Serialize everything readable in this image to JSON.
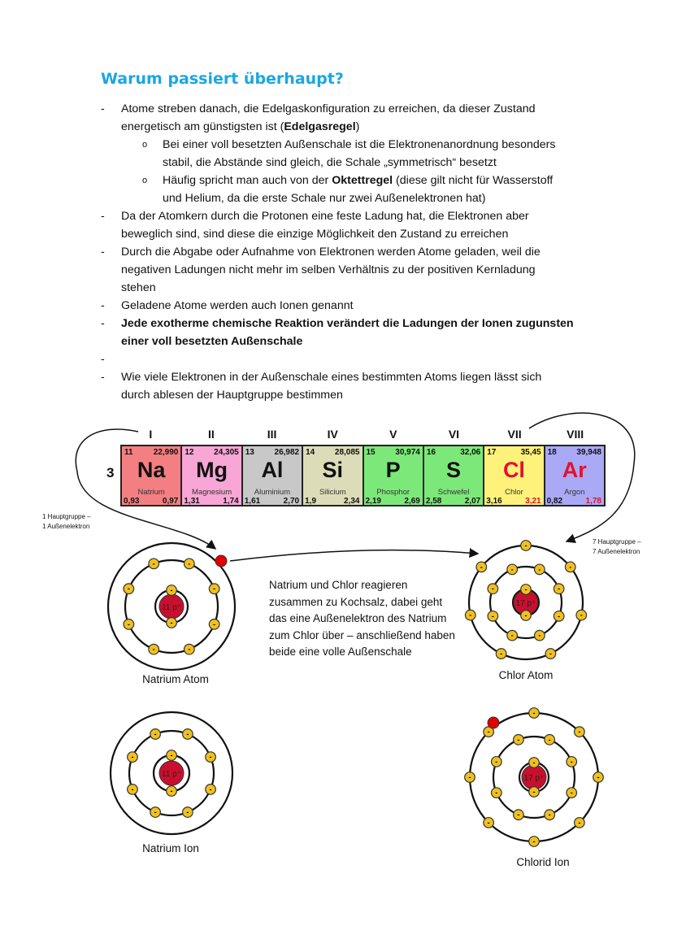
{
  "title": "Warum passiert überhaupt?",
  "bullets": {
    "b1_line1": "Atome streben danach, die Edelgaskonfiguration zu erreichen, da dieser Zustand",
    "b1_line2_pre": "energetisch am günstigsten ist (",
    "b1_line2_bold": "Edelgasregel",
    "b1_line2_post": ")",
    "s1_line1": "Bei einer voll besetzten Außenschale ist die Elektronenanordnung besonders",
    "s1_line2": "stabil, die Abstände sind gleich, die Schale „symmetrisch“ besetzt",
    "s2_line1_pre": "Häufig spricht man auch von der ",
    "s2_line1_bold": "Oktettregel",
    "s2_line1_post": " (diese gilt nicht für Wasserstoff",
    "s2_line2": "und Helium, da die erste Schale nur zwei Außenelektronen hat)",
    "b2_line1": "Da der Atomkern durch die Protonen eine feste Ladung hat, die Elektronen aber",
    "b2_line2": "beweglich sind, sind diese die einzige Möglichkeit den Zustand zu erreichen",
    "b3_line1": "Durch die Abgabe oder Aufnahme von Elektronen werden Atome geladen, weil die",
    "b3_line2": "negativen Ladungen nicht mehr im selben Verhältnis zu der positiven Kernladung",
    "b3_line3": "stehen",
    "b4": "Geladene Atome werden auch Ionen genannt",
    "b5_line1": "Jede exotherme chemische Reaktion verändert die Ladungen der Ionen zugunsten",
    "b5_line2": "einer voll besetzten Außenschale",
    "b7_line1": "Wie viele Elektronen in der Außenschale eines bestimmten Atoms liegen lässt sich",
    "b7_line2": "durch ablesen der Hauptgruppe bestimmen",
    "dash": "-",
    "circle": "o"
  },
  "periodic_table": {
    "period": "3",
    "groups": [
      "I",
      "II",
      "III",
      "IV",
      "V",
      "VI",
      "VII",
      "VIII"
    ],
    "elements": [
      {
        "num": "11",
        "mass": "22,990",
        "sym": "Na",
        "name": "Natrium",
        "en": "0,93",
        "en2": "0,97",
        "color": "#f47f82"
      },
      {
        "num": "12",
        "mass": "24,305",
        "sym": "Mg",
        "name": "Magnesium",
        "en": "1,31",
        "en2": "1,74",
        "color": "#f7a6d5"
      },
      {
        "num": "13",
        "mass": "26,982",
        "sym": "Al",
        "name": "Aluminium",
        "en": "1,61",
        "en2": "2,70",
        "color": "#c8c8c8"
      },
      {
        "num": "14",
        "mass": "28,085",
        "sym": "Si",
        "name": "Silicium",
        "en": "1,9",
        "en2": "2,34",
        "color": "#dcdcb8"
      },
      {
        "num": "15",
        "mass": "30,974",
        "sym": "P",
        "name": "Phosphor",
        "en": "2,19",
        "en2": "2,69",
        "color": "#7de87a"
      },
      {
        "num": "16",
        "mass": "32,06",
        "sym": "S",
        "name": "Schwefel",
        "en": "2,58",
        "en2": "2,07",
        "color": "#7de87a"
      },
      {
        "num": "17",
        "mass": "35,45",
        "sym": "Cl",
        "name": "Chlor",
        "en": "3,16",
        "en2": "3,21",
        "color": "#fff27a"
      },
      {
        "num": "18",
        "mass": "39,948",
        "sym": "Ar",
        "name": "Argon",
        "en": "0,82",
        "en2": "1,78",
        "color": "#a9a9f5"
      }
    ]
  },
  "notes": {
    "left_line1": "1 Hauptgruppe –",
    "left_line2": "1 Außenelektron",
    "right_line1": "7 Hauptgruppe –",
    "right_line2": "7 Außenelektron"
  },
  "description": "Natrium und Chlor reagieren zusammen zu Kochsalz, dabei geht das eine Außenelektron des Natrium zum Chlor über – anschließend haben beide eine volle Außenschale",
  "captions": {
    "na_atom": "Natrium Atom",
    "cl_atom": "Chlor Atom",
    "na_ion": "Natrium Ion",
    "cl_ion": "Chlorid Ion"
  },
  "nucleus": {
    "na": "11 p⁺",
    "cl": "17 p⁺"
  },
  "electron_sign": "-",
  "colors": {
    "title": "#1aa7e0",
    "electron": "#f0c020",
    "transfer_electron": "#e30000",
    "nucleus": "#c8102e",
    "red_text": "#e3102e"
  }
}
